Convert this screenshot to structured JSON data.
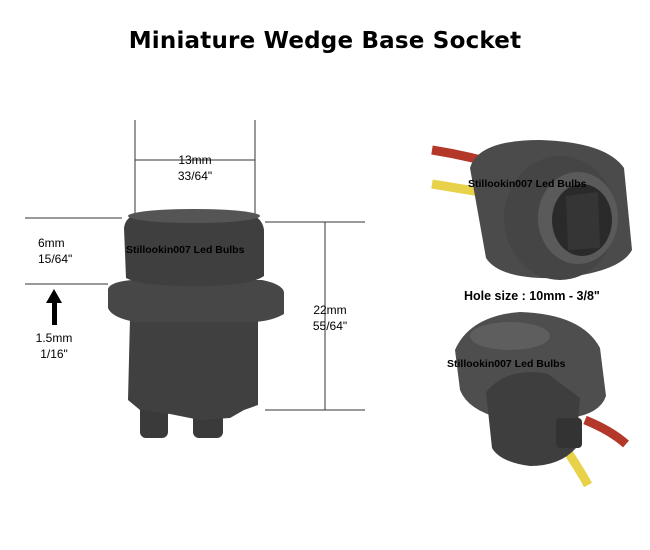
{
  "title": "Miniature Wedge Base Socket",
  "dimensions": {
    "width_mm": "13mm",
    "width_in": "33/64\"",
    "top_height_mm": "6mm",
    "top_height_in": "15/64\"",
    "flange_mm": "1.5mm",
    "flange_in": "1/16\"",
    "total_height_mm": "22mm",
    "total_height_in": "55/64\""
  },
  "watermarks": {
    "diagram": "Stillookin007 Led Bulbs",
    "photo_top": "Stillookin007 Led Bulbs",
    "photo_bottom": "Stillookin007 Led Bulbs"
  },
  "hole_size": "Hole size : 10mm - 3/8\"",
  "colors": {
    "socket_dark": "#3e3e3e",
    "socket_mid": "#4d4d4d",
    "wire_red": "#b3382a",
    "wire_yellow": "#e8d24a"
  }
}
